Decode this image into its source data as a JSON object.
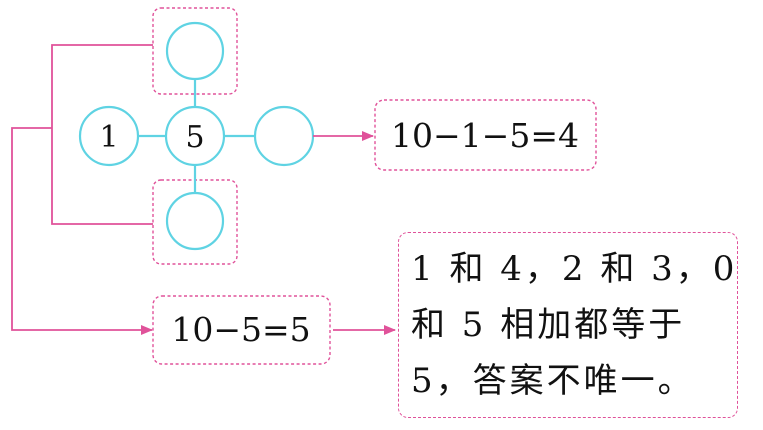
{
  "diagram": {
    "nodes": {
      "left": "1",
      "center": "5",
      "right": "",
      "top": "",
      "bottom": ""
    },
    "equation_top": "10−1−5=4",
    "equation_bottom": "10−5=5",
    "explanation_lines": [
      "1 和 4，2 和 3，0",
      "和 5 相加都等于",
      "5，答案不唯一。"
    ]
  },
  "colors": {
    "circle_stroke": "#5fd3e3",
    "annotation": "#e0529a"
  }
}
